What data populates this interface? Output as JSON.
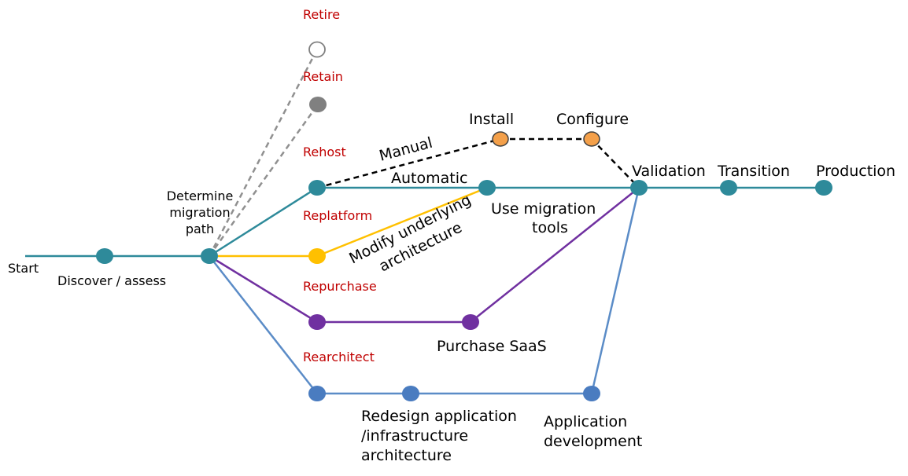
{
  "colors": {
    "teal": "#2e8a9a",
    "yellow": "#ffc000",
    "purple": "#7030a0",
    "blue": "#5b8cc7",
    "blue_node": "#4a7cc0",
    "orange": "#f4a04a",
    "grey": "#808080",
    "label_red": "#c00000",
    "black": "#000000"
  },
  "labels": {
    "start": "Start",
    "discover": "Discover / assess",
    "determine_line1": "Determine",
    "determine_line2": "migration",
    "determine_line3": "path",
    "manual": "Manual",
    "install": "Install",
    "configure": "Configure",
    "automatic": "Automatic",
    "use_tools_line1": "Use migration",
    "use_tools_line2": "tools",
    "modify_line1": "Modify underlying",
    "modify_line2": "architecture",
    "purchase_saas": "Purchase SaaS",
    "redesign_line1": "Redesign application",
    "redesign_line2": "/infrastructure",
    "redesign_line3": "architecture",
    "appdev_line1": "Application",
    "appdev_line2": "development",
    "validation": "Validation",
    "transition": "Transition",
    "production": "Production"
  },
  "strategies": {
    "retire": "Retire",
    "retain": "Retain",
    "rehost": "Rehost",
    "replatform": "Replatform",
    "repurchase": "Repurchase",
    "rearchitect": "Rearchitect"
  }
}
